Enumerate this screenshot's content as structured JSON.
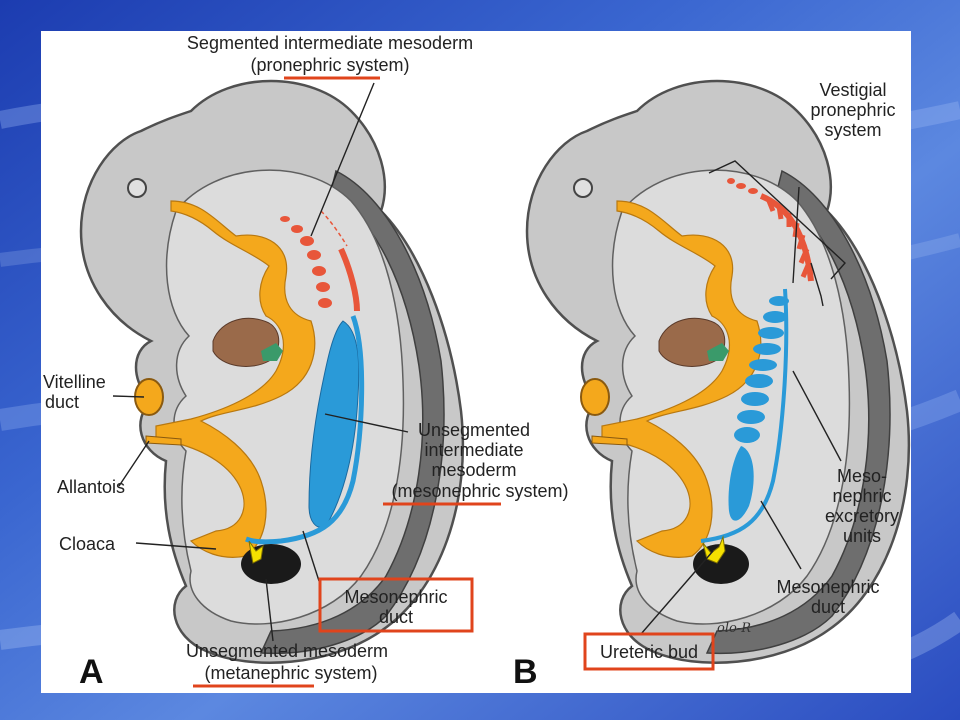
{
  "panels": [
    {
      "letter": "A",
      "labels": {
        "segmented_line1": "Segmented intermediate mesoderm",
        "segmented_line2": "(pronephric system)",
        "vitelline_line1": "Vitelline",
        "vitelline_line2": "duct",
        "allantois": "Allantois",
        "cloaca": "Cloaca",
        "unsegmented_line1": "Unsegmented",
        "unsegmented_line2": "intermediate",
        "unsegmented_line3": "mesoderm",
        "unsegmented_line4": "(mesonephric system)",
        "mesonephric_duct_line1": "Mesonephric",
        "mesonephric_duct_line2": "duct",
        "bottom_line1": "Unsegmented mesoderm",
        "bottom_line2": "(metanephric system)"
      }
    },
    {
      "letter": "B",
      "labels": {
        "vestigial_line1": "Vestigial",
        "vestigial_line2": "pronephric",
        "vestigial_line3": "system",
        "excretory_line1": "Meso-",
        "excretory_line2": "nephric",
        "excretory_line3": "excretory",
        "excretory_line4": "units",
        "mesonephric_duct_line1": "Mesonephric",
        "mesonephric_duct_line2": "duct",
        "ureteric_bud": "Ureteric bud"
      },
      "signature": "olo-R"
    }
  ],
  "colors": {
    "highlight": "#e0441c",
    "pronephric": "#e8563a",
    "mesonephric": "#2a9ad8",
    "gut": "#f4a81c",
    "metanephric": "#1a1a1a",
    "ureteric_bud": "#f5e000",
    "heart": "#9a6a4a",
    "stomodeum": "#3a9a6a"
  }
}
